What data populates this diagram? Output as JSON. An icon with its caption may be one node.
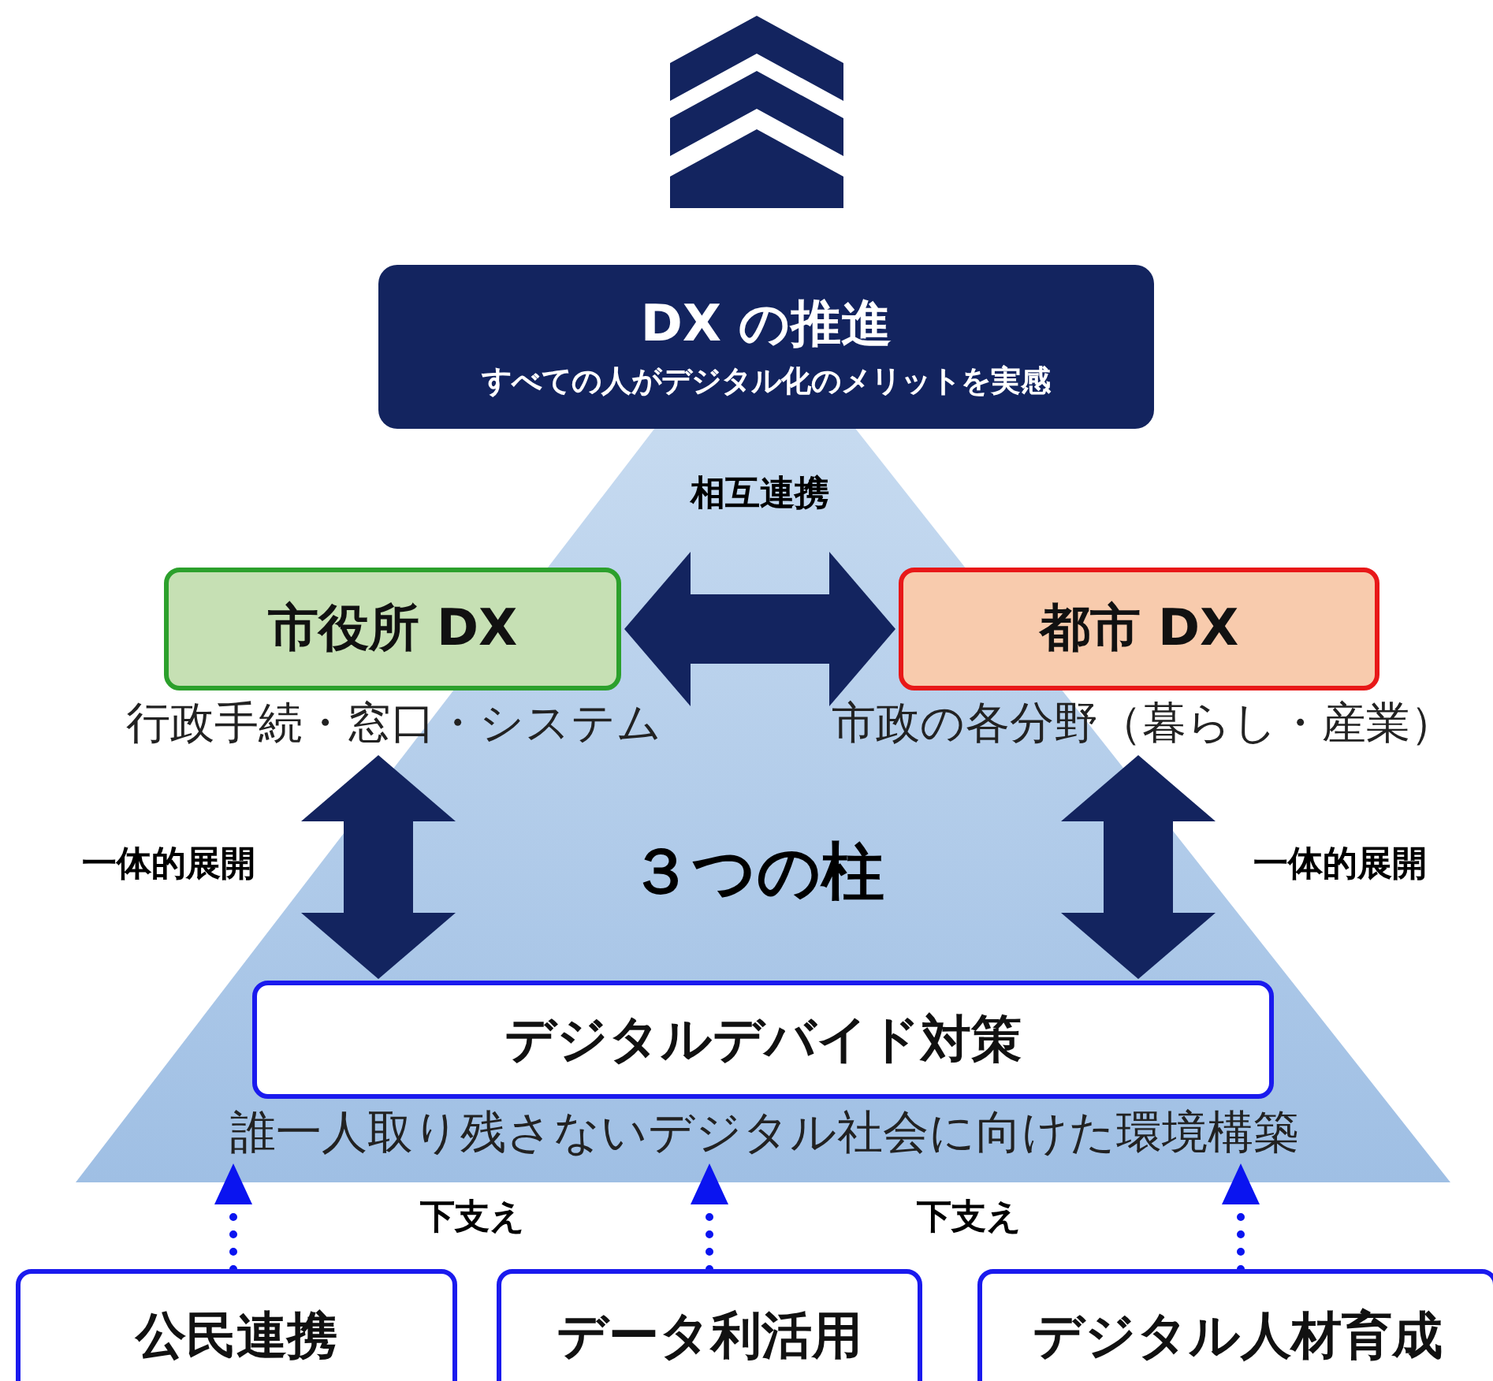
{
  "diagram": {
    "nodes": [
      {
        "text": [
          "DX の推進",
          "すべての人がデジタル化のメリットを実感"
        ]
      },
      {
        "text": [
          "市役所 DX"
        ],
        "beside": [
          "行政手続・窓口・システム"
        ]
      },
      {
        "text": [
          "都市 DX"
        ],
        "beside": [
          "市政の各分野（暮らし・産業）"
        ]
      },
      {
        "text": [
          "デジタルデバイド対策"
        ],
        "beside": [
          "誰一人取り残さないデジタル社会に向けた環境構築"
        ]
      },
      {
        "text": [
          "公民連携"
        ]
      },
      {
        "text": [
          "データ利活用"
        ]
      },
      {
        "text": [
          "デジタル人材育成"
        ]
      }
    ],
    "edges": [
      {
        "from": 1,
        "to": 2,
        "arrow": "both",
        "label": "相互連携",
        "style": "thick"
      },
      {
        "from": 1,
        "to": 3,
        "arrow": "both",
        "label": "一体的展開",
        "style": "thick"
      },
      {
        "from": 2,
        "to": 3,
        "arrow": "both",
        "label": "一体的展開",
        "style": "thick"
      },
      {
        "from": 4,
        "to": 3,
        "arrow": "to",
        "style": "dashed",
        "color": "#0a14f0"
      },
      {
        "from": 5,
        "to": 3,
        "arrow": "to",
        "style": "dashed",
        "color": "#0a14f0"
      },
      {
        "from": 6,
        "to": 3,
        "arrow": "to",
        "style": "dashed",
        "color": "#0a14f0"
      }
    ],
    "labels": [
      "３つの柱",
      "下支え",
      "下支え"
    ]
  }
}
